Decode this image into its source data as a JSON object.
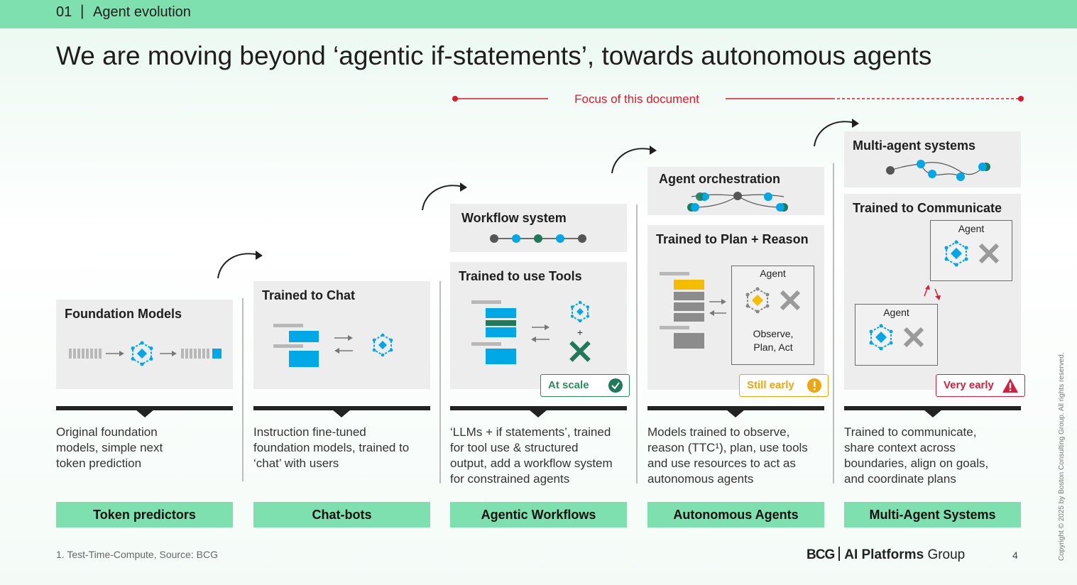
{
  "header": {
    "section_number": "01",
    "separator": "|",
    "section_title": "Agent evolution"
  },
  "title": "We are moving beyond ‘agentic if-statements’, towards autonomous agents",
  "focus_label": "Focus of this document",
  "colors": {
    "accent_green": "#7ee0ae",
    "focus_red": "#e2172b",
    "tool_blue": "#00a8e8",
    "tool_green": "#1f7a5a"
  },
  "stages": [
    {
      "card_title": "Foundation Models",
      "description": [
        "Original foundation",
        "models, simple next",
        "token prediction"
      ],
      "pill": "Token predictors"
    },
    {
      "card_title": "Trained to Chat",
      "description": [
        "Instruction fine-tuned",
        "foundation models, trained to",
        "‘chat’ with users"
      ],
      "pill": "Chat-bots"
    },
    {
      "card_title": "Trained to use Tools",
      "top_card_title": "Workflow system",
      "plus": "+",
      "status": "At scale",
      "description": [
        "‘LLMs + if statements’, trained",
        "for tool use & structured",
        "output, add a workflow system",
        "for constrained agents"
      ],
      "pill": "Agentic Workflows"
    },
    {
      "card_title": "Trained to Plan + Reason",
      "top_card_title": "Agent orchestration",
      "agent_label": "Agent",
      "agent_caption": [
        "Observe,",
        "Plan, Act"
      ],
      "status": "Still early",
      "description": [
        "Models trained to observe,",
        "reason (TTC¹), plan, use tools",
        "and use resources to act as",
        "autonomous agents"
      ],
      "pill": "Autonomous Agents"
    },
    {
      "card_title": "Trained to Communicate",
      "top_card_title": "Multi-agent systems",
      "agent_label": "Agent",
      "status": "Very early",
      "description": [
        "Trained to communicate,",
        "share context across",
        "boundaries, align on goals,",
        "and coordinate plans"
      ],
      "pill": "Multi-Agent Systems"
    }
  ],
  "footer": {
    "footnote": "1. Test-Time-Compute, Source: BCG",
    "logo_bcg": "BCG",
    "logo_group_bold": "AI Platforms",
    "logo_group": "Group",
    "page_number": "4",
    "copyright": "Copyright © 2025 by Boston Consulting Group. All rights reserved."
  }
}
